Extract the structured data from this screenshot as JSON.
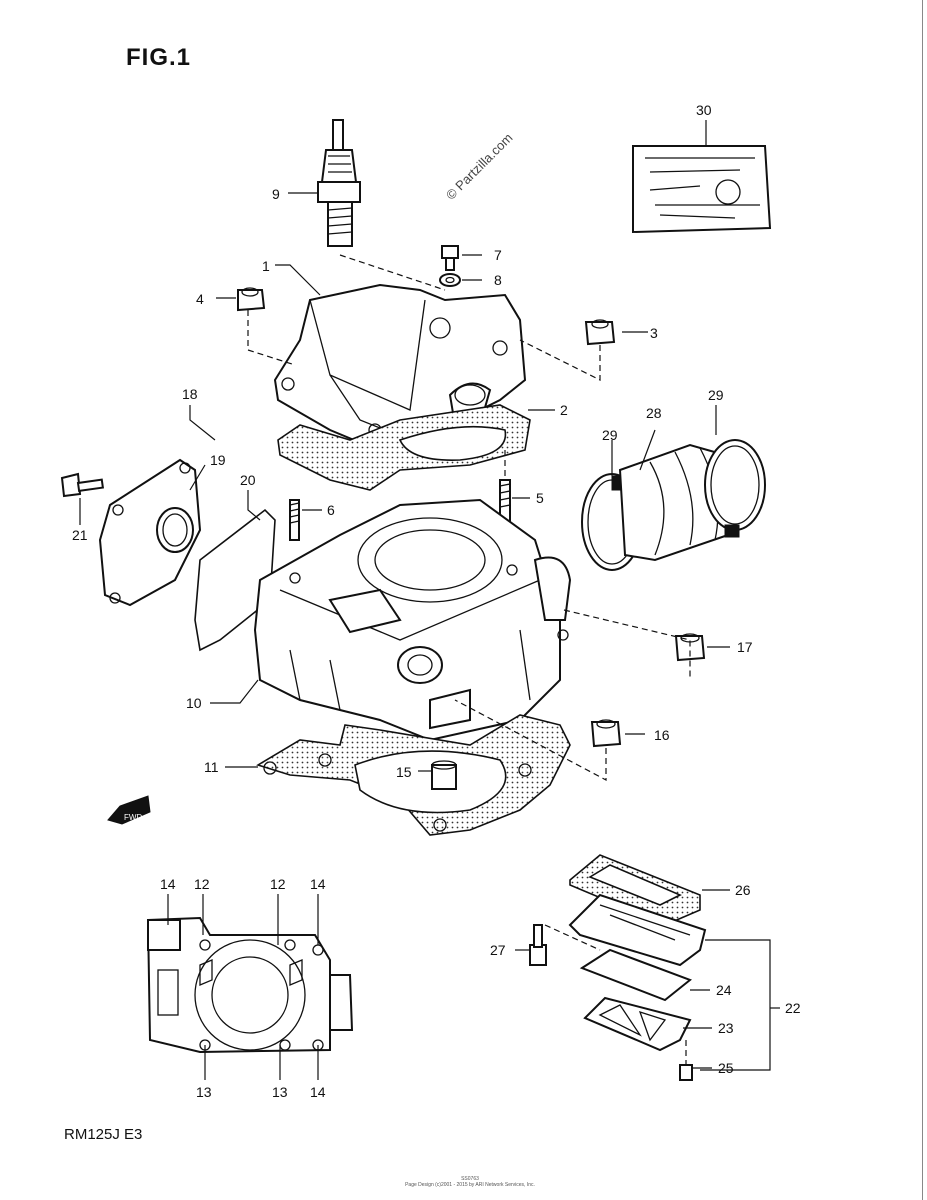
{
  "figure": {
    "title": "FIG.1",
    "model_label": "RM125J  E3",
    "footer_lines": [
      "SS0763",
      "Page Design (c)2001 - 2015 by ARI Network Services, Inc."
    ]
  },
  "watermark": {
    "text": "© Partzilla.com"
  },
  "callouts": [
    "1",
    "2",
    "3",
    "4",
    "5",
    "6",
    "7",
    "8",
    "9",
    "10",
    "11",
    "12",
    "13",
    "14",
    "15",
    "16",
    "17",
    "18",
    "19",
    "20",
    "21",
    "22",
    "23",
    "24",
    "25",
    "26",
    "27",
    "28",
    "29",
    "30"
  ],
  "inset_callouts": {
    "top": [
      "14",
      "12",
      "12",
      "14"
    ],
    "bottom": [
      "13",
      "13",
      "14"
    ]
  },
  "direction_marker": "FWD"
}
